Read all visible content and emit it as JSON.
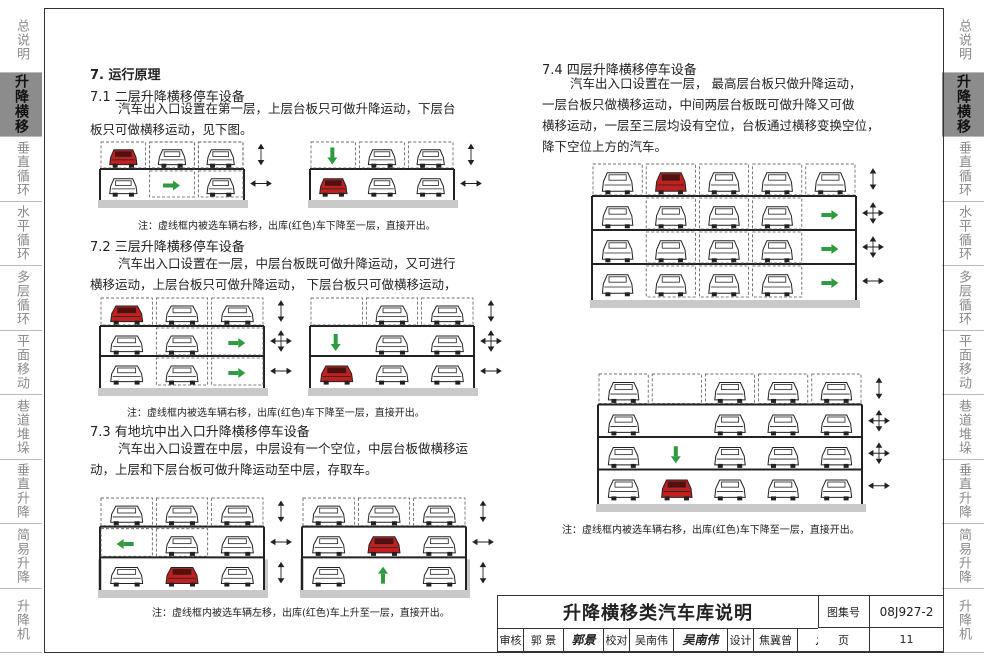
{
  "left_tabs": [
    {
      "label": "总说明",
      "active": false
    },
    {
      "label": "升降横移",
      "active": true
    },
    {
      "label": "垂直循环",
      "active": false
    },
    {
      "label": "水平循环",
      "active": false
    },
    {
      "label": "多层循环",
      "active": false
    },
    {
      "label": "平面移动",
      "active": false
    },
    {
      "label": "巷道堆垛",
      "active": false
    },
    {
      "label": "垂直升降",
      "active": false
    },
    {
      "label": "简易升降",
      "active": false
    },
    {
      "label": "升降机",
      "active": false
    }
  ],
  "right_tabs": [
    {
      "label": "总说明",
      "active": false
    },
    {
      "label": "升降横移",
      "active": true
    },
    {
      "label": "垂直循环",
      "active": false
    },
    {
      "label": "水平循环",
      "active": false
    },
    {
      "label": "多层循环",
      "active": false
    },
    {
      "label": "平面移动",
      "active": false
    },
    {
      "label": "巷道堆垛",
      "active": false
    },
    {
      "label": "垂直升降",
      "active": false
    },
    {
      "label": "简易升降",
      "active": false
    },
    {
      "label": "升降机",
      "active": false
    }
  ],
  "content": {
    "heading": "7. 运行原理",
    "s71": {
      "title": "7.1 二层升降横移停车设备",
      "lines": [
        "汽车出入口设置在第一层，上层台板只可做升降运动，下层台",
        "板只可做横移运动，见下图。"
      ],
      "note": "注：虚线框内被选车辆右移，出库(红色)车下降至一层，直接开出。"
    },
    "s72": {
      "title": "7.2 三层升降横移停车设备",
      "lines": [
        "汽车出入口设置在一层，中层台板既可做升降运动，又可进行",
        "横移运动，上层台板只可做升降运动， 下层台板只可做横移运动，"
      ],
      "note": "注：虚线框内被选车辆右移，出库(红色)车下降至一层，直接开出。"
    },
    "s73": {
      "title": "7.3 有地坑中出入口升降横移停车设备",
      "lines": [
        "汽车出入口设置在中层，中层设有一个空位，中层台板做横移运",
        "动，上层和下层台板可做升降运动至中层，存取车。"
      ],
      "note": "注：虚线框内被选车辆左移，出库(红色)车上升至一层，直接开出。"
    },
    "s74": {
      "title": "7.4 四层升降横移停车设备",
      "lines": [
        "汽车出入口设置在一层， 最高层台板只做升降运动，",
        "一层台板只做横移运动，中间两层台板既可做升降又可做",
        "横移运动，一层至三层均设有空位，台板通过横移变换空位，",
        "降下空位上方的汽车。"
      ],
      "note": "注：虚线框内被选车辆右移，出库(红色)车下降至一层，直接开出。"
    }
  },
  "titleblock": {
    "title": "升降横移类汽车库说明",
    "atlas_label": "图集号",
    "atlas_no": "08J927-2",
    "review_label": "审核",
    "review_name": "郭 景",
    "review_sig": "郭景",
    "check_label": "校对",
    "check_name": "吴南伟",
    "check_sig": "吴南伟",
    "design_label": "设计",
    "design_name": "焦冀曾",
    "design_sig": "焦冀曾",
    "page_label": "页",
    "page_no": "11"
  },
  "colors": {
    "red_car": "#c0201f",
    "arrow": "#2e9b3f",
    "ground": "#c9c9c9",
    "active_tab": "#8c8c8c"
  },
  "diagrams": [
    {
      "id": "d71a",
      "cols": 3,
      "levels": [
        "car",
        "car"
      ],
      "red": [
        0,
        0
      ],
      "dash": [
        [
          0,
          1
        ],
        [
          0,
          2
        ],
        [
          1,
          1
        ],
        [
          1,
          2
        ]
      ],
      "arrows": [
        {
          "c": 1,
          "l": 1,
          "dir": "right"
        }
      ],
      "marks": [
        "updown",
        "leftright"
      ],
      "pit": 0
    },
    {
      "id": "d71b",
      "cols": 3,
      "levels": [
        "car",
        "car"
      ],
      "empty": [
        [
          0,
          0
        ]
      ],
      "red": [
        1,
        0
      ],
      "dash": [],
      "arrows": [
        {
          "c": 0,
          "l": 0,
          "dir": "down"
        }
      ],
      "marks": [
        "updown",
        "leftright"
      ],
      "pit": 0
    },
    {
      "id": "d72a",
      "cols": 3,
      "levels": [
        "car",
        "car",
        "car"
      ],
      "red": [
        0,
        0
      ],
      "dash": [
        [
          1,
          1
        ],
        [
          1,
          2
        ],
        [
          2,
          1
        ],
        [
          2,
          2
        ]
      ],
      "arrows": [
        {
          "c": 2,
          "l": 1,
          "dir": "right"
        },
        {
          "c": 2,
          "l": 2,
          "dir": "right"
        }
      ],
      "marks": [
        "updown",
        "cross",
        "leftright"
      ],
      "pit": 0
    },
    {
      "id": "d72b",
      "cols": 3,
      "levels": [
        "car",
        "car",
        "car"
      ],
      "empty": [
        [
          0,
          0
        ],
        [
          1,
          0
        ]
      ],
      "red": [
        2,
        0
      ],
      "dash": [],
      "arrows": [
        {
          "c": 0,
          "l": 1,
          "dir": "down"
        }
      ],
      "marks": [
        "updown",
        "cross",
        "leftright"
      ],
      "pit": 0
    },
    {
      "id": "d73a",
      "cols": 3,
      "levels": [
        "car",
        "car",
        "car"
      ],
      "red": [
        2,
        1
      ],
      "dash": [
        [
          1,
          0
        ],
        [
          1,
          1
        ]
      ],
      "empty": [
        [
          1,
          0
        ]
      ],
      "arrows": [
        {
          "c": 0,
          "l": 1,
          "dir": "left"
        }
      ],
      "marks": [
        "updown",
        "leftright",
        "updown"
      ],
      "pit": 1
    },
    {
      "id": "d73b",
      "cols": 3,
      "levels": [
        "car",
        "car",
        "car"
      ],
      "red": [
        1,
        1
      ],
      "empty": [
        [
          2,
          1
        ]
      ],
      "dash": [],
      "arrows": [
        {
          "c": 1,
          "l": 2,
          "dir": "up"
        }
      ],
      "marks": [
        "updown",
        "leftright",
        "updown"
      ],
      "pit": 1
    },
    {
      "id": "d74a",
      "cols": 5,
      "levels": [
        "car",
        "car",
        "car",
        "car"
      ],
      "red": [
        0,
        1
      ],
      "dash": [
        [
          1,
          1
        ],
        [
          1,
          2
        ],
        [
          1,
          3
        ],
        [
          2,
          1
        ],
        [
          2,
          2
        ],
        [
          2,
          3
        ],
        [
          3,
          1
        ],
        [
          3,
          2
        ],
        [
          3,
          3
        ]
      ],
      "arrows": [
        {
          "c": 4,
          "l": 1,
          "dir": "right"
        },
        {
          "c": 4,
          "l": 2,
          "dir": "right"
        },
        {
          "c": 4,
          "l": 3,
          "dir": "right"
        }
      ],
      "marks": [
        "updown",
        "cross",
        "cross",
        "leftright"
      ],
      "pit": 0
    },
    {
      "id": "d74b",
      "cols": 5,
      "levels": [
        "car",
        "car",
        "car",
        "car"
      ],
      "empty": [
        [
          0,
          1
        ],
        [
          1,
          1
        ],
        [
          2,
          1
        ]
      ],
      "red": [
        3,
        1
      ],
      "dash": [],
      "arrows": [
        {
          "c": 1,
          "l": 2,
          "dir": "down"
        }
      ],
      "marks": [
        "updown",
        "cross",
        "cross",
        "leftright"
      ],
      "pit": 0
    }
  ]
}
